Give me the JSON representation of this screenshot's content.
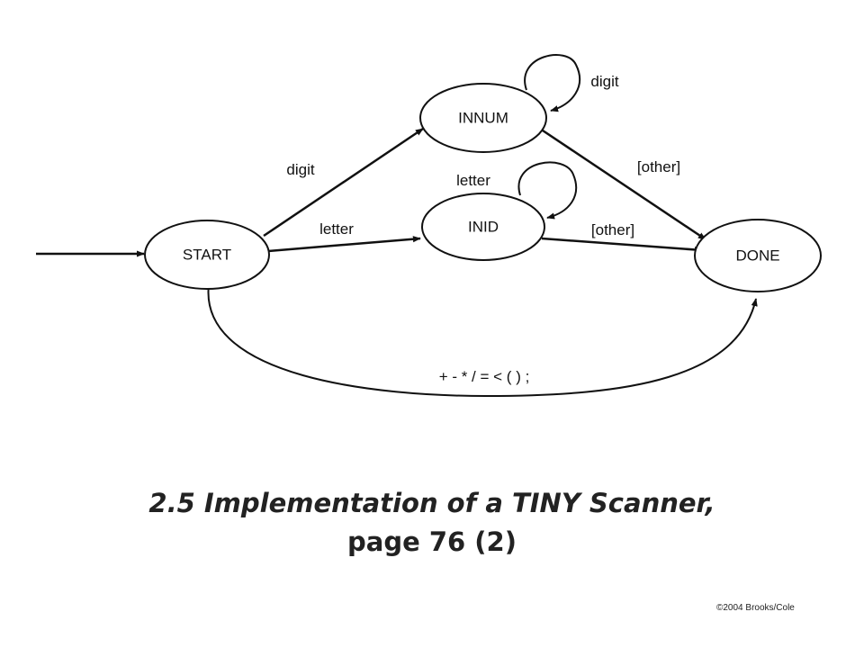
{
  "diagram": {
    "nodes": {
      "start": "START",
      "innum": "INNUM",
      "inid": "INID",
      "done": "DONE"
    },
    "edges": {
      "start_to_innum": "digit",
      "innum_loop": "digit",
      "start_to_inid": "letter",
      "inid_loop": "letter",
      "innum_to_done": "[other]",
      "inid_to_done": "[other]",
      "start_to_done": "+ - * / = < ( ) ;"
    }
  },
  "title": {
    "line1": "2.5  Implementation of a TINY Scanner,",
    "line2": "page 76 (2)"
  },
  "copyright": "©2004 Brooks/Cole"
}
